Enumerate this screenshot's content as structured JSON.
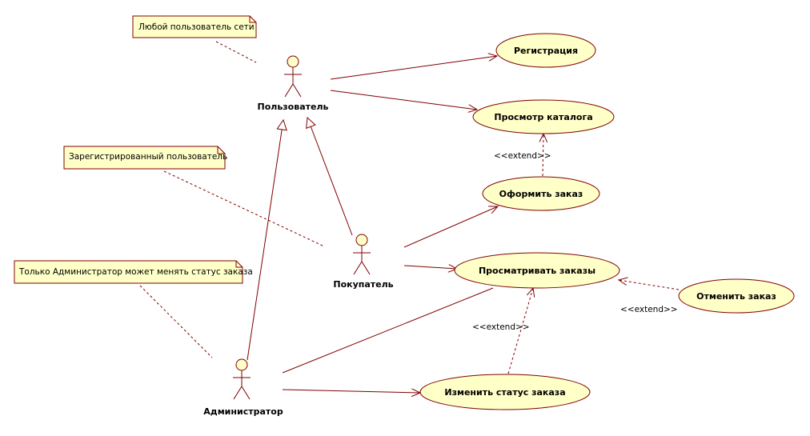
{
  "colors": {
    "line": "#800000",
    "fill": "#ffffc8",
    "note_fill": "#ffffc8",
    "text": "#000000"
  },
  "notes": [
    {
      "id": "note-any-user",
      "text": "Любой пользователь сети"
    },
    {
      "id": "note-registered-user",
      "text": "Зарегистрированный пользователь"
    },
    {
      "id": "note-admin-only",
      "text": "Только Администратор может менять статус заказа"
    }
  ],
  "actors": [
    {
      "id": "user",
      "label": "Пользователь"
    },
    {
      "id": "buyer",
      "label": "Покупатель"
    },
    {
      "id": "admin",
      "label": "Администратор"
    }
  ],
  "use_cases": [
    {
      "id": "registration",
      "label": "Регистрация"
    },
    {
      "id": "browse-catalog",
      "label": "Просмотр каталога"
    },
    {
      "id": "place-order",
      "label": "Оформить заказ"
    },
    {
      "id": "view-orders",
      "label": "Просматривать заказы"
    },
    {
      "id": "cancel-order",
      "label": "Отменить заказ"
    },
    {
      "id": "change-status",
      "label": "Изменить статус заказа"
    }
  ],
  "stereotypes": {
    "extend_1": "<<extend>>",
    "extend_2": "<<extend>>",
    "extend_3": "<<extend>>"
  }
}
